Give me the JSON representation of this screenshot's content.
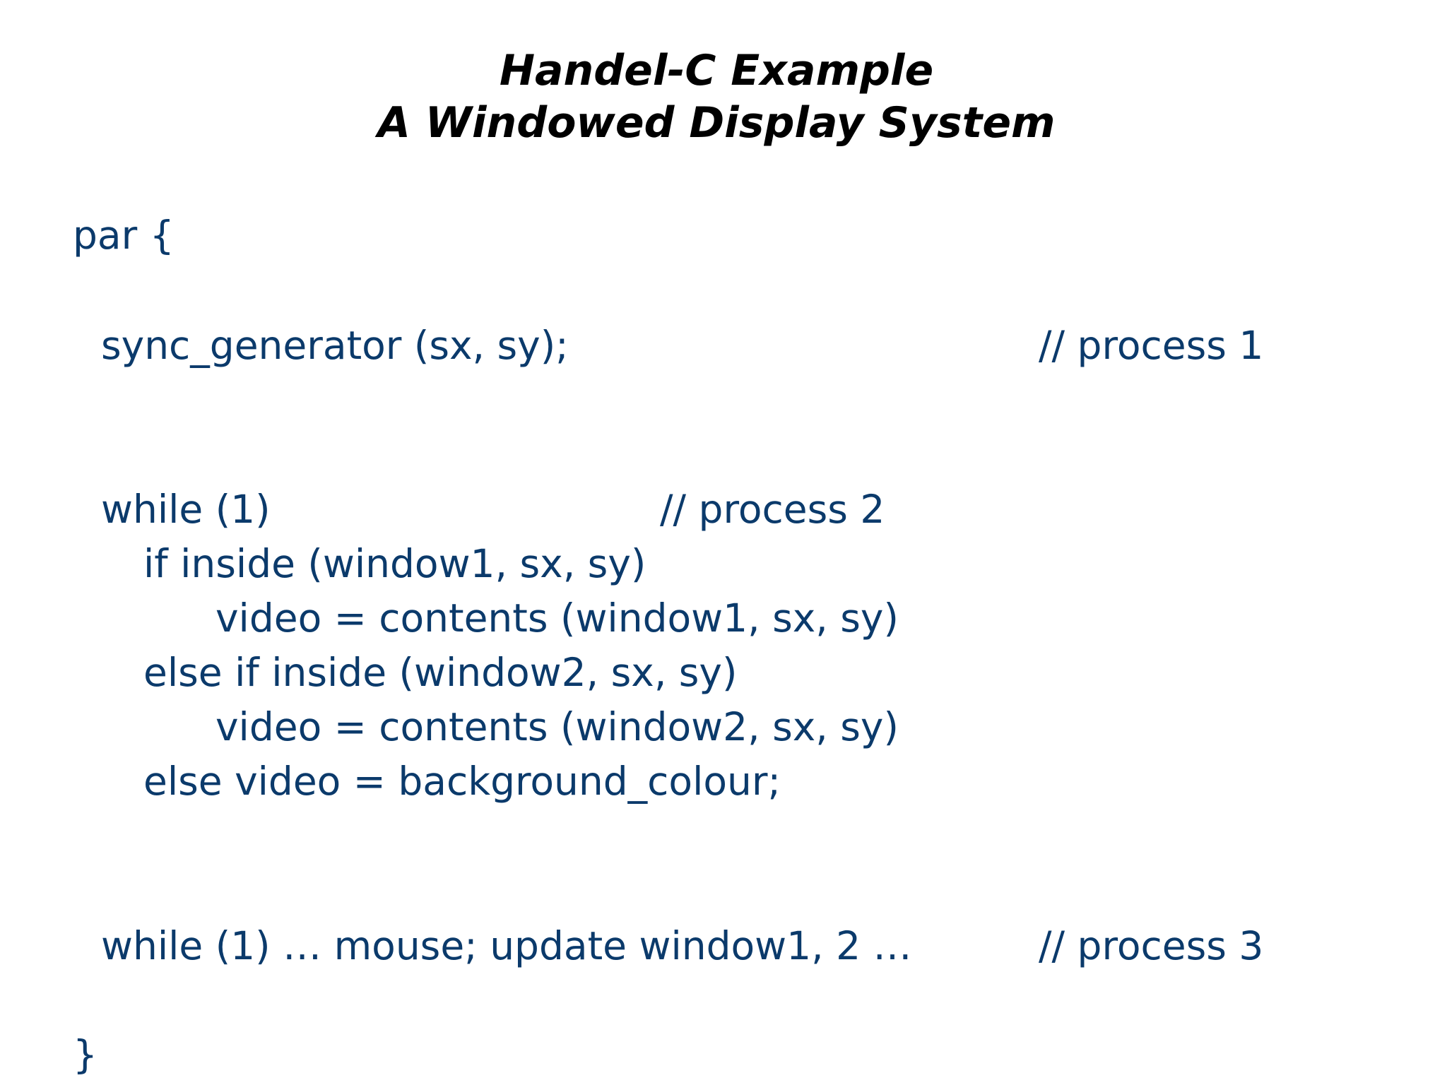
{
  "slide": {
    "title_line1": "Handel-C Example",
    "title_line2": "A Windowed Display System",
    "code": {
      "par_open": "par {",
      "process1_stmt": "sync_generator (sx, sy);",
      "process1_comment": "// process 1",
      "process2_while": "while (1)",
      "process2_comment": "// process 2",
      "if1": "if inside (window1, sx, sy)",
      "video1": "video = contents (window1, sx, sy)",
      "elseif2": "else if inside (window2, sx, sy)",
      "video2": "video = contents (window2, sx, sy)",
      "else_bg": "else video = background_colour;",
      "process3_stmt": "while (1) … mouse; update window1, 2 …",
      "process3_comment": "// process 3",
      "par_close": "}"
    }
  },
  "colors": {
    "title": "#000000",
    "code": "#0b3a6b",
    "background": "#ffffff"
  }
}
